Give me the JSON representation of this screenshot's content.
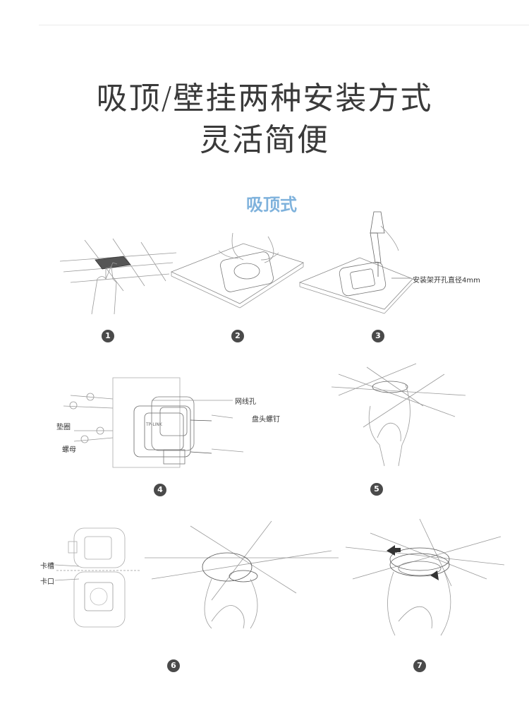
{
  "heading": {
    "line1": "吸顶/壁挂两种安装方式",
    "line2": "灵活简便"
  },
  "section_title": "吸顶式",
  "steps": [
    "1",
    "2",
    "3",
    "4",
    "5",
    "6",
    "7"
  ],
  "callouts": {
    "step3_hole": "安装架开孔直径4mm",
    "cable_hole": "网线孔",
    "pan_head_screw": "盘头螺钉",
    "washer": "垫圈",
    "nut": "螺母",
    "slot": "卡槽",
    "clip": "卡口"
  },
  "device_logo": "TP-LINK"
}
